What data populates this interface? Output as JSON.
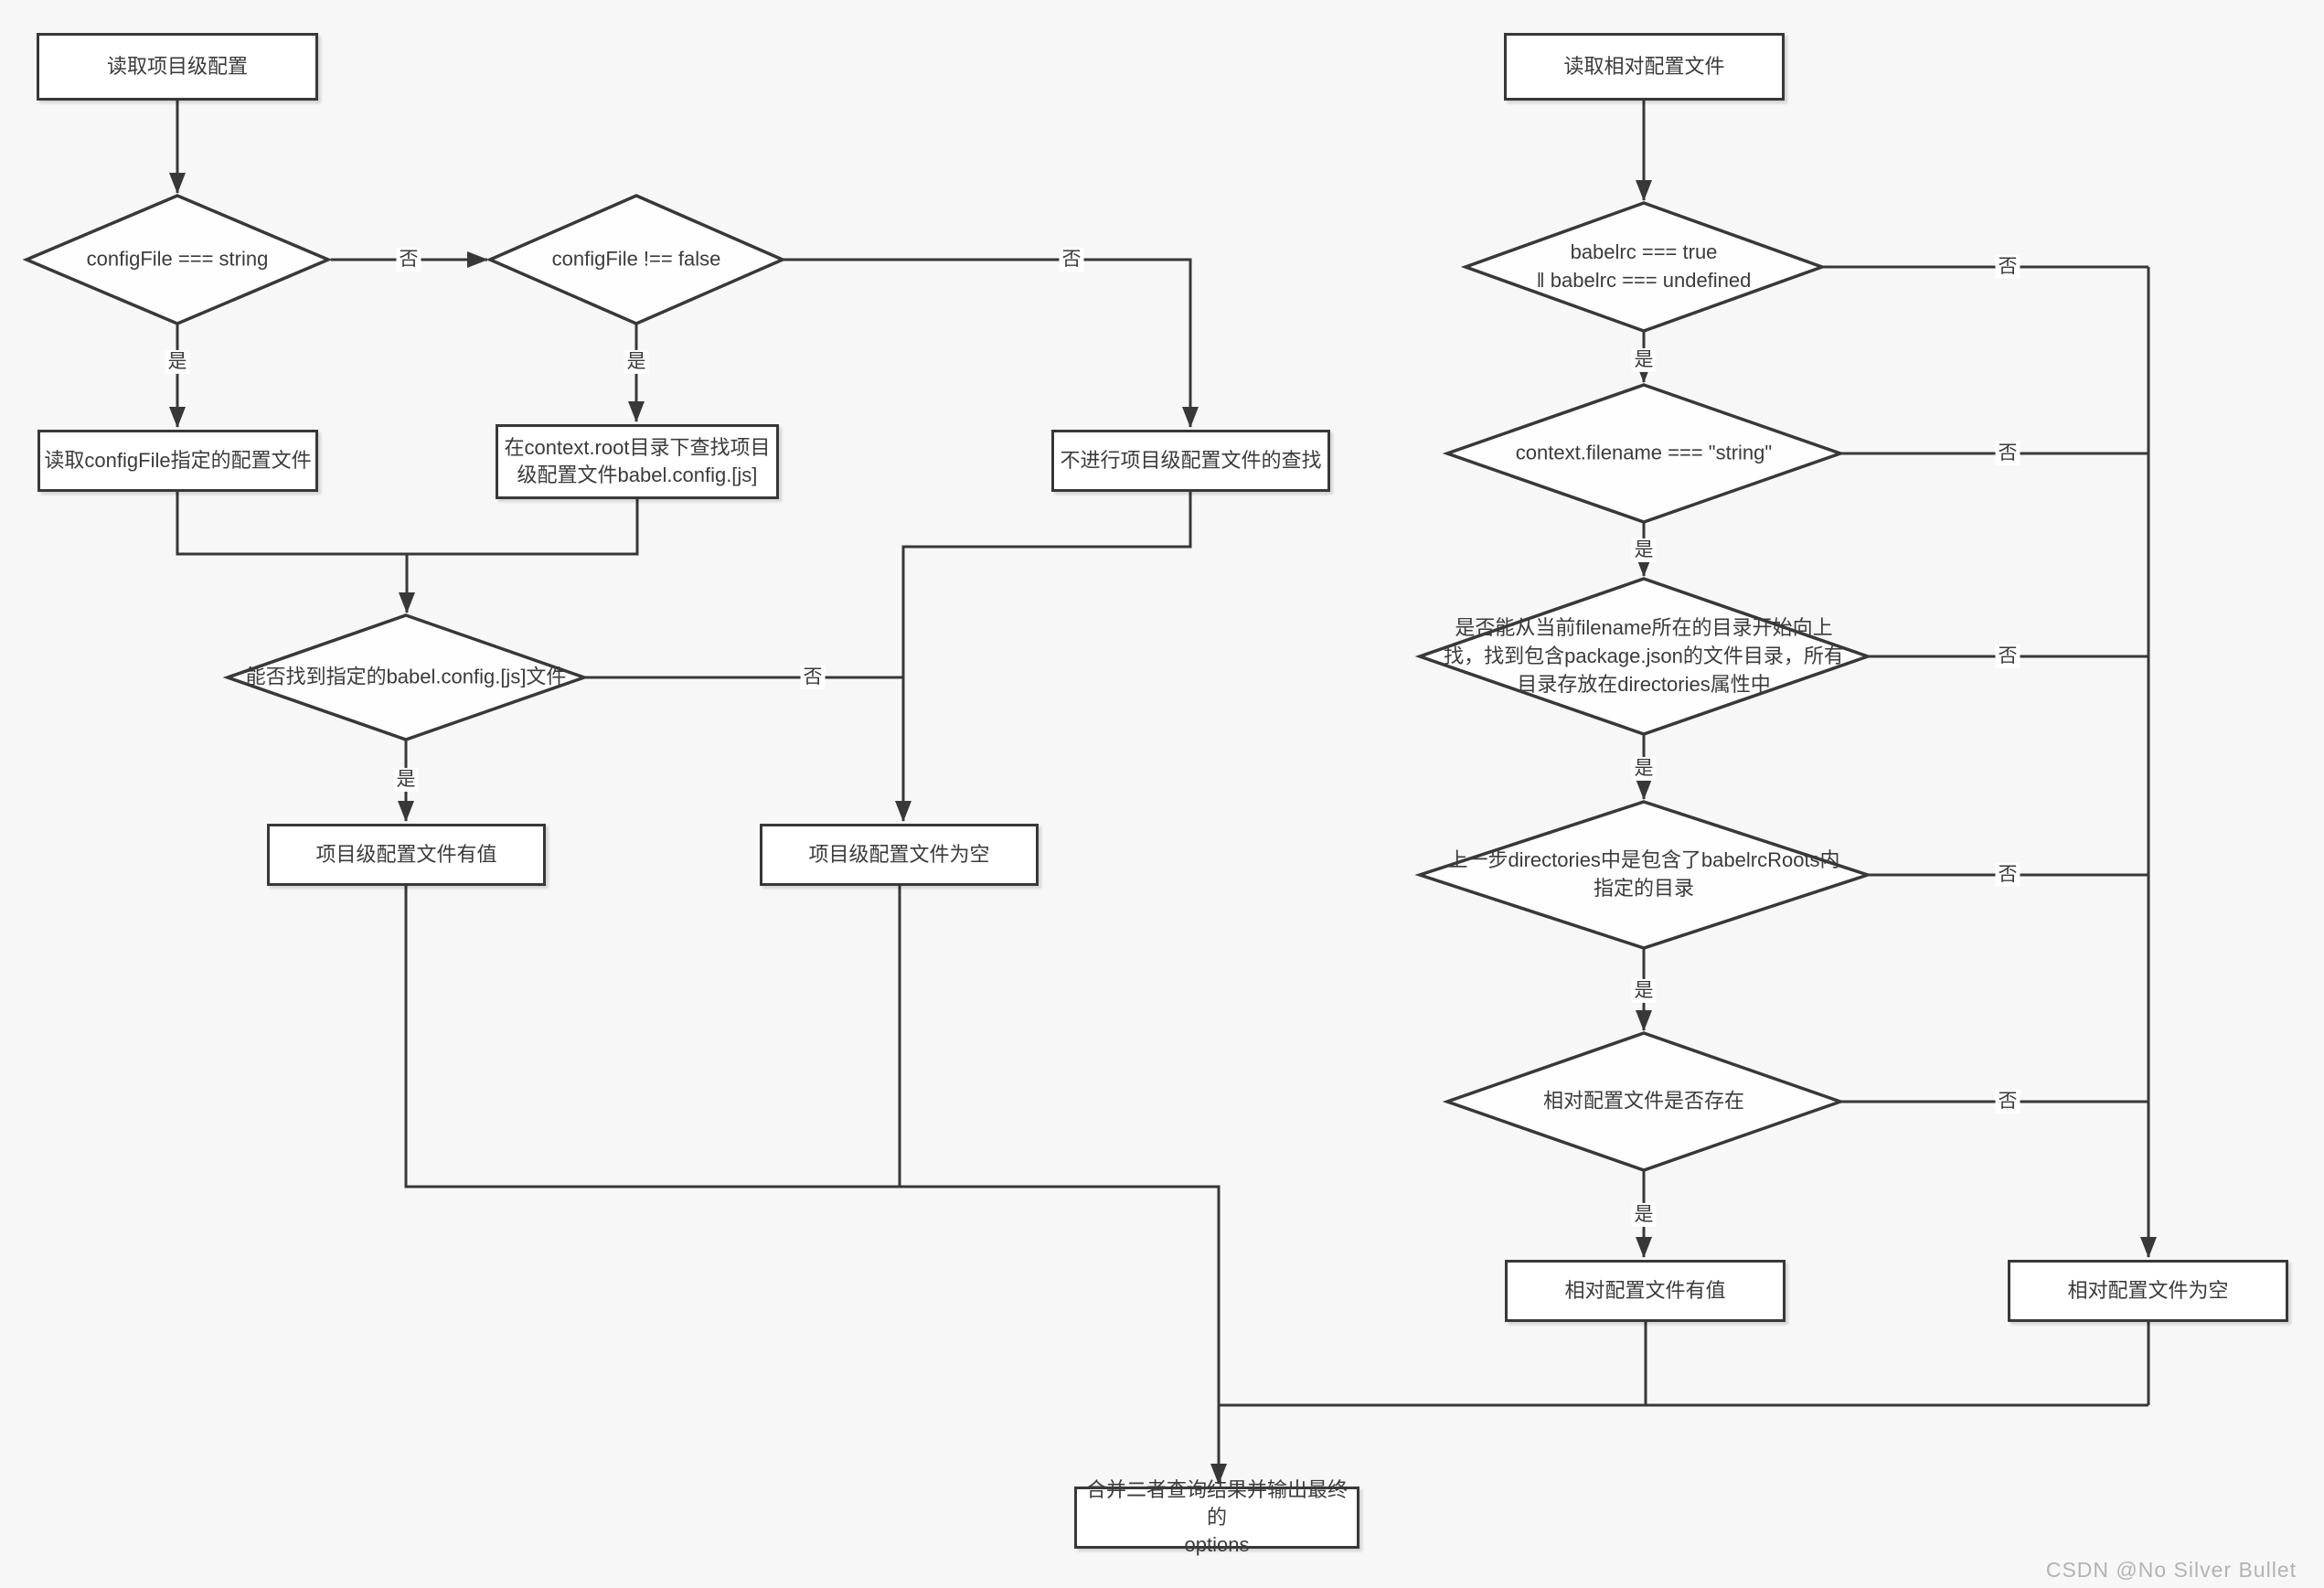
{
  "diagram": {
    "watermark": "CSDN @No Silver Bullet",
    "colors": {
      "background": "#f7f7f7",
      "stroke": "#383838",
      "node_fill": "#ffffff",
      "text": "#3b3b3b",
      "watermark_text": "#b3b3b3"
    },
    "edge_labels": {
      "yes": "是",
      "no": "否"
    },
    "nodes": {
      "read_project_config": {
        "label": "读取项目级配置"
      },
      "configfile_is_string": {
        "label": "configFile === string"
      },
      "configfile_not_false": {
        "label": "configFile !== false"
      },
      "read_configfile_specified": {
        "label": "读取configFile指定的配置文件"
      },
      "find_in_context_root": {
        "label": "在context.root目录下查找项目\n级配置文件babel.config.[js]"
      },
      "skip_project_config_lookup": {
        "label": "不进行项目级配置文件的查找"
      },
      "found_specified_babel_config": {
        "label": "能否找到指定的babel.config.[js]文件"
      },
      "project_config_has_value": {
        "label": "项目级配置文件有值"
      },
      "project_config_empty": {
        "label": "项目级配置文件为空"
      },
      "read_relative_config": {
        "label": "读取相对配置文件"
      },
      "babelrc_true_or_undefined": {
        "label": "babelrc === true\n‖ babelrc === undefined"
      },
      "context_filename_is_string": {
        "label": "context.filename === \"string\""
      },
      "find_package_json_dirs": {
        "label": "是否能从当前filename所在的目录开始向上\n找，找到包含package.json的文件目录，所有\n目录存放在directories属性中"
      },
      "directories_contain_babelrcroots": {
        "label": "上一步directories中是包含了babelrcRoots内\n指定的目录"
      },
      "relative_config_exists": {
        "label": "相对配置文件是否存在"
      },
      "relative_config_has_value": {
        "label": "相对配置文件有值"
      },
      "relative_config_empty": {
        "label": "相对配置文件为空"
      },
      "merge_and_output_options": {
        "label": "合并二者查询结果并输出最终的\noptions"
      }
    }
  }
}
